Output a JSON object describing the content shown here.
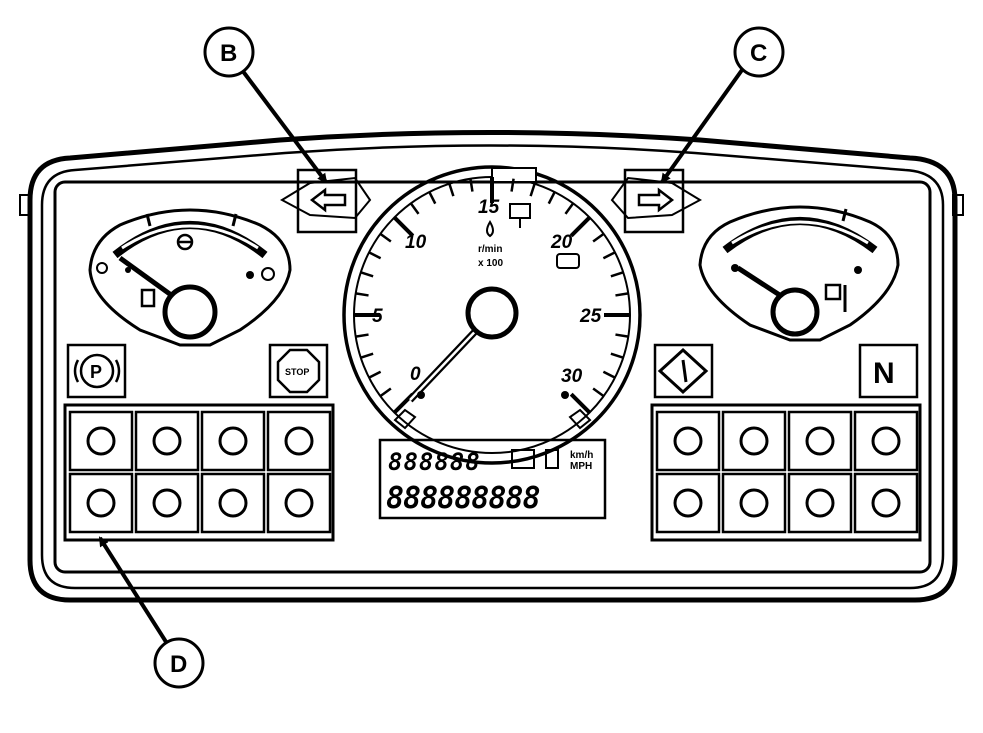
{
  "callouts": {
    "b": "B",
    "c": "C",
    "d": "D"
  },
  "tachometer": {
    "scale_labels": [
      "0",
      "5",
      "10",
      "15",
      "20",
      "25",
      "30"
    ],
    "unit_top": "r/min",
    "unit_bottom": "x 100"
  },
  "indicators": {
    "stop_label": "STOP",
    "neutral_label": "N",
    "park_label": "P"
  },
  "lcd": {
    "top_digits": "888888",
    "bottom_digits": "888888888",
    "unit_kmh": "km/h",
    "unit_mph": "MPH"
  },
  "icons": [
    "turn-left-arrow-icon",
    "turn-right-arrow-icon",
    "fuel-gauge",
    "coolant-temp-gauge",
    "park-brake-icon",
    "stop-icon",
    "warning-diamond-icon",
    "neutral-icon",
    "pto-icon",
    "turn-1-trailer-icon",
    "turn-2-trailers-icon",
    "turn-3-trailers-icon",
    "headlight-icon",
    "air-filter-icon",
    "tractor-low-icon",
    "battery-icon",
    "glow-plug-icon",
    "oil-level-icon",
    "hitch-icon",
    "coolant-temp-icon",
    "engine-icon",
    "service-icon",
    "diff-lock-off-icon",
    "four-wd-icon"
  ]
}
